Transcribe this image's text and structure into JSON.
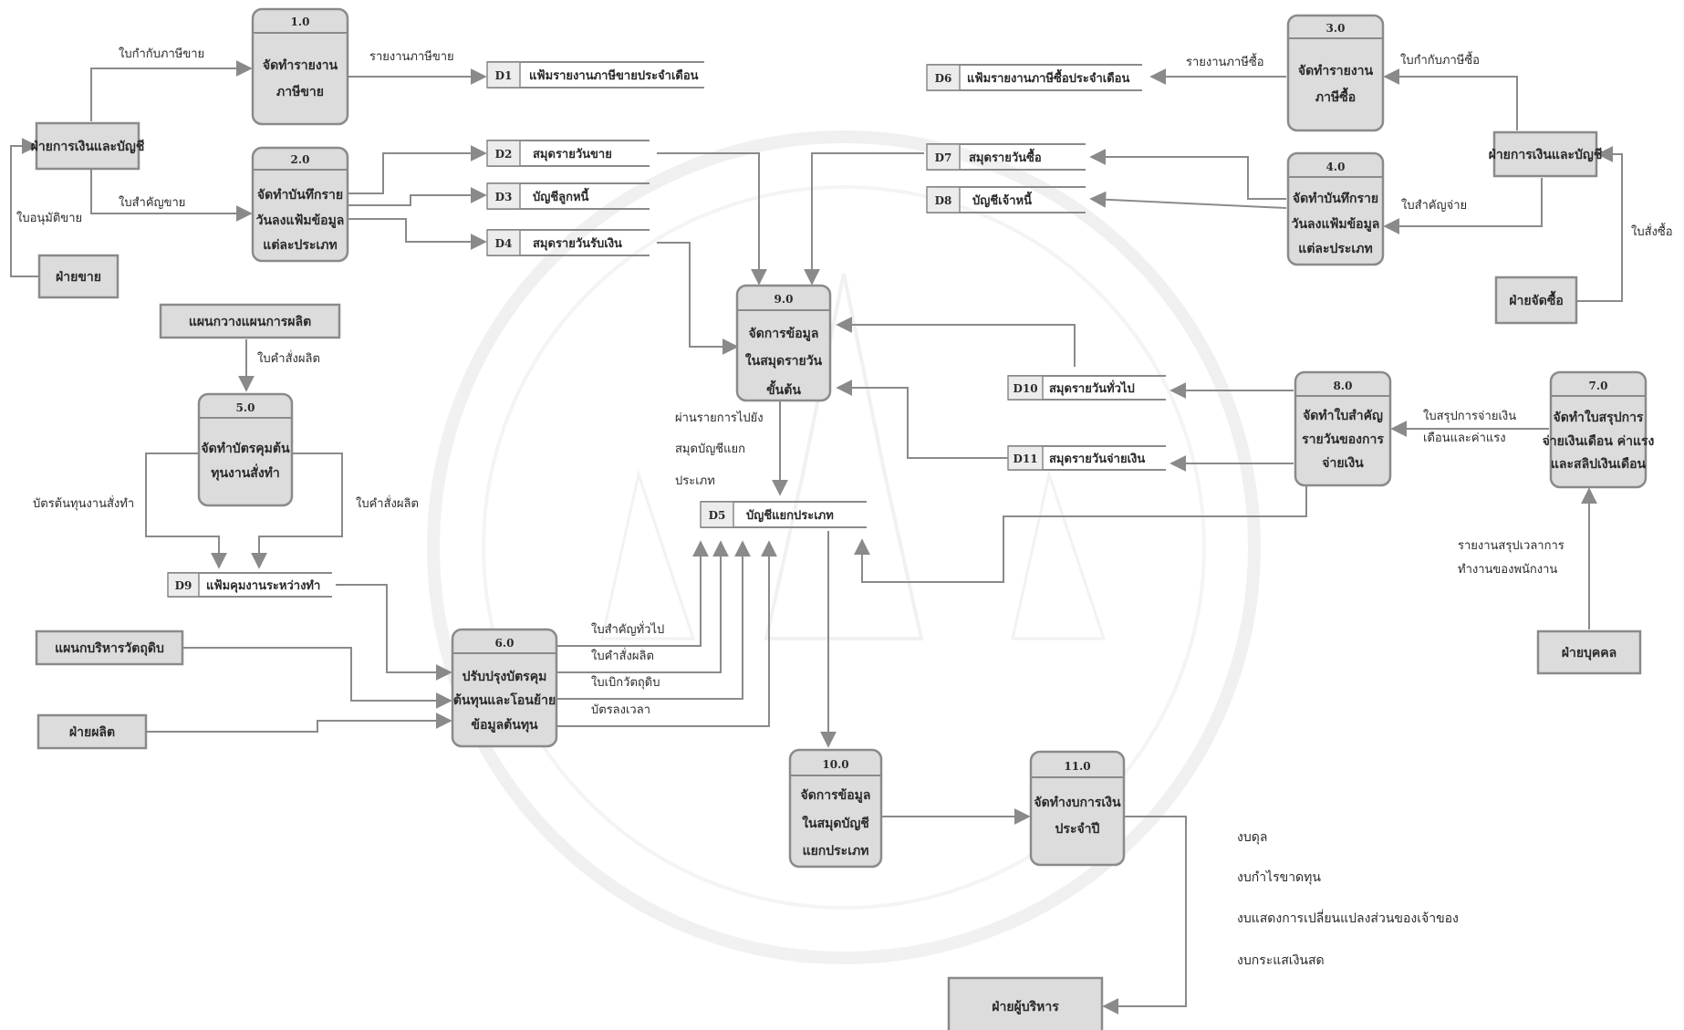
{
  "processes": {
    "p1": {
      "id": "1.0",
      "lines": [
        "จัดทำรายงาน",
        "ภาษีขาย"
      ]
    },
    "p2": {
      "id": "2.0",
      "lines": [
        "จัดทำบันทึกราย",
        "วันลงแฟ้มข้อมูล",
        "แต่ละประเภท"
      ]
    },
    "p3": {
      "id": "3.0",
      "lines": [
        "จัดทำรายงาน",
        "ภาษีซื้อ"
      ]
    },
    "p4": {
      "id": "4.0",
      "lines": [
        "จัดทำบันทึกราย",
        "วันลงแฟ้มข้อมูล",
        "แต่ละประเภท"
      ]
    },
    "p5": {
      "id": "5.0",
      "lines": [
        "จัดทำบัตรคุมต้น",
        "ทุนงานสั่งทำ"
      ]
    },
    "p6": {
      "id": "6.0",
      "lines": [
        "ปรับปรุงบัตรคุม",
        "ต้นทุนและโอนย้าย",
        "ข้อมูลต้นทุน"
      ]
    },
    "p7": {
      "id": "7.0",
      "lines": [
        "จัดทำใบสรุปการ",
        "จ่ายเงินเดือน ค่าแรง",
        "และสลิปเงินเดือน"
      ]
    },
    "p8": {
      "id": "8.0",
      "lines": [
        "จัดทำใบสำคัญ",
        "รายวันของการ",
        "จ่ายเงิน"
      ]
    },
    "p9": {
      "id": "9.0",
      "lines": [
        "จัดการข้อมูล",
        "ในสมุดรายวัน",
        "ขั้นต้น"
      ]
    },
    "p10": {
      "id": "10.0",
      "lines": [
        "จัดการข้อมูล",
        "ในสมุดบัญชี",
        "แยกประเภท"
      ]
    },
    "p11": {
      "id": "11.0",
      "lines": [
        "จัดทำงบการเงิน",
        "ประจำปี"
      ]
    }
  },
  "entities": {
    "finance_left": "ฝ่ายการเงินและบัญชี",
    "sales": "ฝ่ายขาย",
    "finance_right": "ฝ่ายการเงินและบัญชี",
    "purchasing": "ฝ่ายจัดซื้อ",
    "production_planning": "แผนกวางแผนการผลิต",
    "materials": "แผนกบริหารวัตถุดิบ",
    "production": "ฝ่ายผลิต",
    "personnel": "ฝ่ายบุคคล",
    "executives": "ฝ่ายผู้บริหาร"
  },
  "stores": {
    "d1": {
      "id": "D1",
      "label": "แฟ้มรายงานภาษีขายประจำเดือน"
    },
    "d2": {
      "id": "D2",
      "label": "สมุดรายวันขาย"
    },
    "d3": {
      "id": "D3",
      "label": "บัญชีลูกหนี้"
    },
    "d4": {
      "id": "D4",
      "label": "สมุดรายวันรับเงิน"
    },
    "d5": {
      "id": "D5",
      "label": "บัญชีแยกประเภท"
    },
    "d6": {
      "id": "D6",
      "label": "แฟ้มรายงานภาษีซื้อประจำเดือน"
    },
    "d7": {
      "id": "D7",
      "label": "สมุดรายวันซื้อ"
    },
    "d8": {
      "id": "D8",
      "label": "บัญชีเจ้าหนี้"
    },
    "d9": {
      "id": "D9",
      "label": "แฟ้มคุมงานระหว่างทำ"
    },
    "d10": {
      "id": "D10",
      "label": "สมุดรายวันทั่วไป"
    },
    "d11": {
      "id": "D11",
      "label": "สมุดรายวันจ่ายเงิน"
    }
  },
  "flows": {
    "sales_tax_invoice": "ใบกำกับภาษีขาย",
    "sales_tax_report": "รายงานภาษีขาย",
    "sales_voucher": "ใบสำคัญขาย",
    "sales_approval": "ใบอนุมัติขาย",
    "purchase_tax_report": "รายงานภาษีซื้อ",
    "purchase_tax_invoice": "ใบกำกับภาษีซื้อ",
    "payment_voucher": "ใบสำคัญจ่าย",
    "purchase_order": "ใบสั่งซื้อ",
    "production_order_1": "ใบคำสั่งผลิต",
    "job_cost_card": "บัตรต้นทุนงานสั่งทำ",
    "production_order_2": "ใบคำสั่งผลิต",
    "post_ledger": [
      "ผ่านรายการไปยัง",
      "สมุดบัญชีแยก",
      "ประเภท"
    ],
    "general_voucher": "ใบสำคัญทั่วไป",
    "production_order_3": "ใบคำสั่งผลิต",
    "material_requisition": "ใบเบิกวัตถุดิบ",
    "time_card": "บัตรลงเวลา",
    "payroll_summary": [
      "ใบสรุปการจ่ายเงิน",
      "เดือนและค่าแรง"
    ],
    "attendance_report": [
      "รายงานสรุปเวลาการ",
      "ทำงานของพนักงาน"
    ]
  },
  "outputs": [
    "งบดุล",
    "งบกำไรขาดทุน",
    "งบแสดงการเปลี่ยนแปลงส่วนของเจ้าของ",
    "งบกระแสเงินสด"
  ]
}
